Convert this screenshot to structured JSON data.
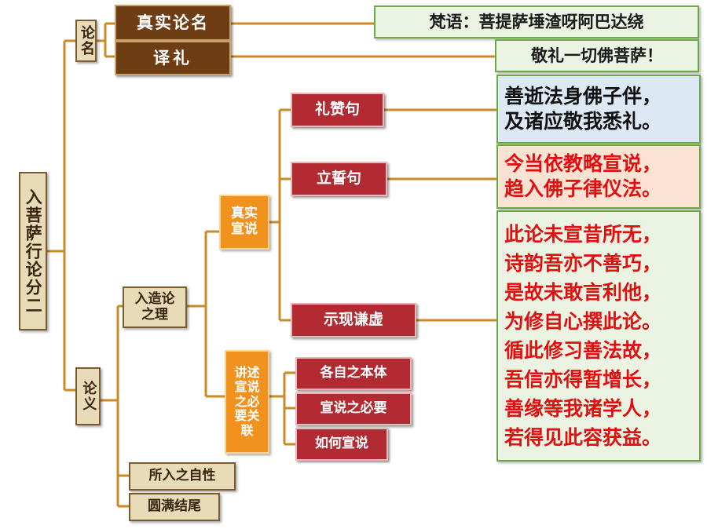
{
  "root": "入菩萨行论分二",
  "title_section": {
    "label": "论名",
    "items": [
      "真实论名",
      "译礼"
    ],
    "notes": [
      "梵语：菩提萨埵渣呀阿巴达绕",
      "敬礼一切佛菩萨！"
    ]
  },
  "body_section": {
    "label": "论义",
    "reason": "入造论之理",
    "true_speech": "真实宣说",
    "branches": [
      "礼赞句",
      "立誓句",
      "示现谦虚"
    ],
    "relation": "讲述宣说之必要关联",
    "relation_items": [
      "各自之本体",
      "宣说之必要",
      "如何宣说"
    ],
    "nature": "所入之自性",
    "ending": "圆满结尾"
  },
  "verses": {
    "homage": [
      "善逝法身佛子伴，",
      "及诸应敬我悉礼。"
    ],
    "vow": [
      "今当依教略宣说，",
      "趋入佛子律仪法。"
    ],
    "humility": [
      "此论未宣昔所无，",
      "诗韵吾亦不善巧，",
      "是故未敢言利他，",
      "为修自心撰此论。",
      "循此修习善法故，",
      "吾信亦得暂增长，",
      "善缘等我诸学人，",
      "若得见此容获益。"
    ]
  },
  "colors": {
    "line": "#c98a2a",
    "brown_box": "#6e3d14",
    "red_box": "#b22a32",
    "orange_box": "#f2921e",
    "tan_box": "#e8dcb8",
    "verse_red_text": "#e01010",
    "verse_green_border": "#6fa84a",
    "verse_blue_bg": "#dde8f5",
    "verse_pink_bg": "#fbe3d4",
    "verse_green_bg": "#ebf3e3"
  }
}
